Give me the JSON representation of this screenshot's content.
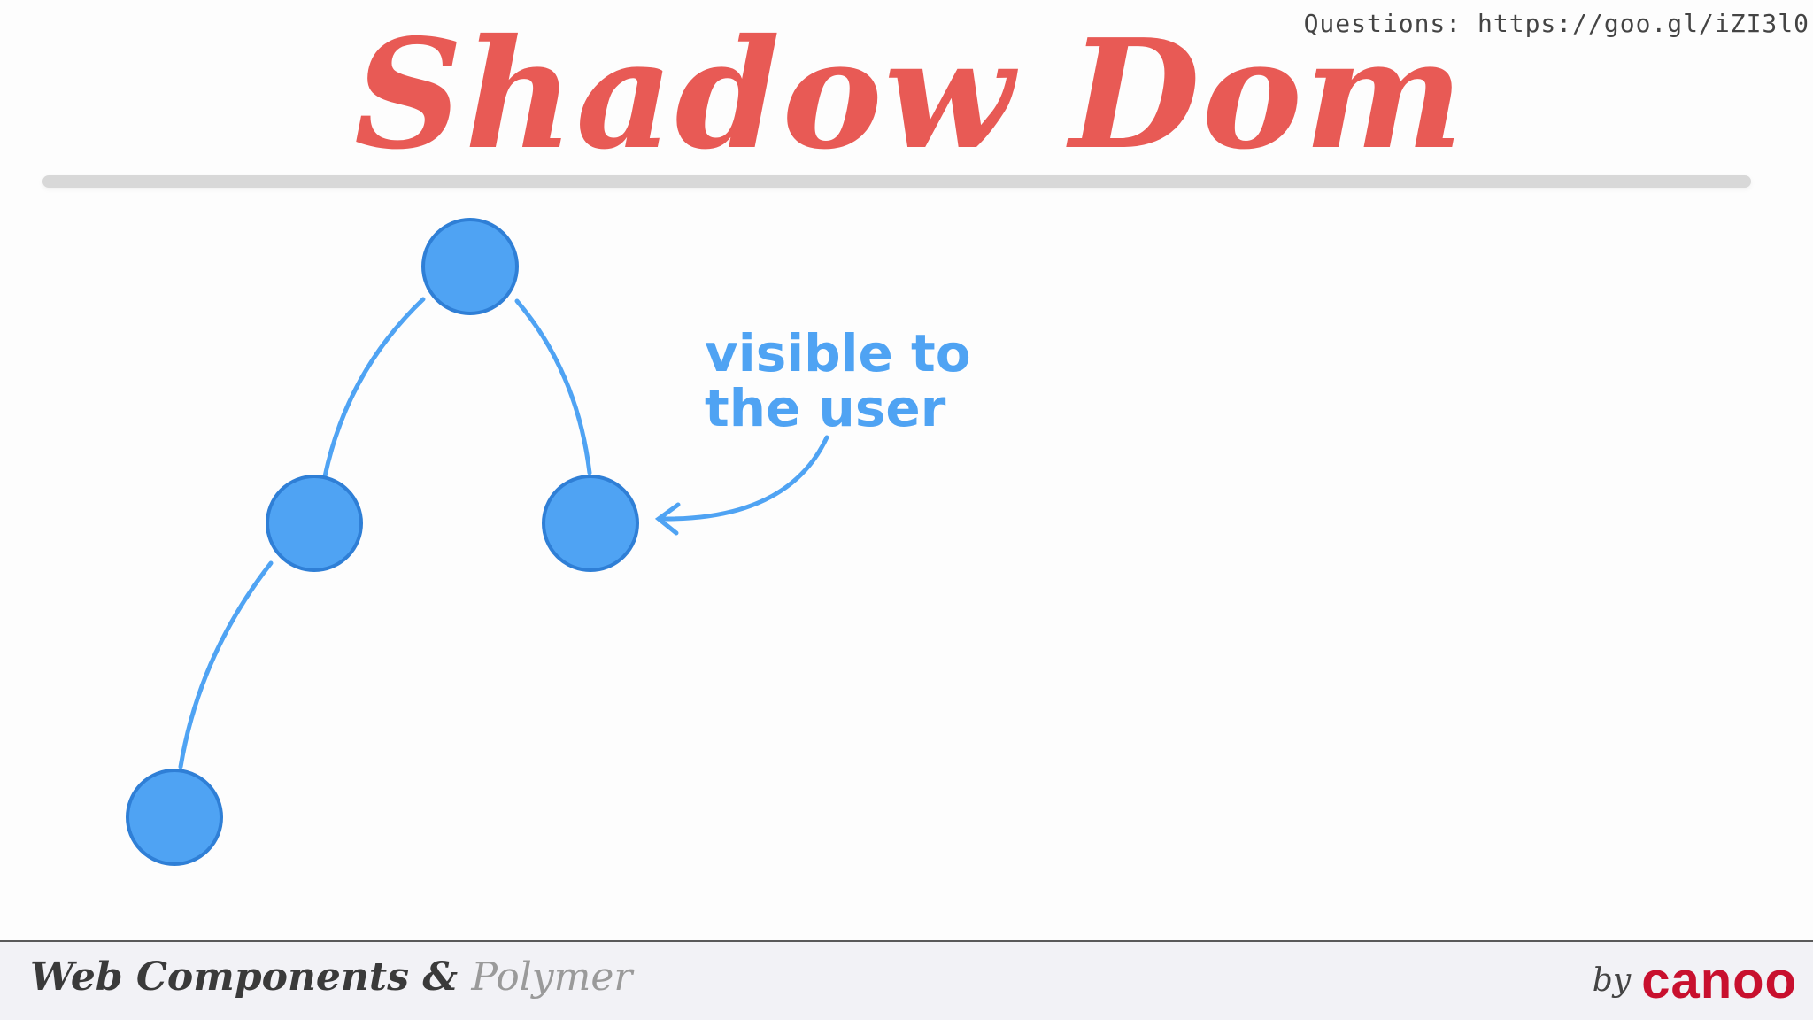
{
  "header": {
    "questions": "Questions: https://goo.gl/iZI3l0",
    "title": "Shadow Dom"
  },
  "annotation": {
    "line1": "visible to",
    "line2": "the user"
  },
  "footer": {
    "course_part1": "Web Components & ",
    "course_part2": "Polymer",
    "by": "by",
    "brand": "canoo"
  },
  "colors": {
    "title": "#e85a55",
    "node": "#4fa3f3",
    "node_stroke": "#2f7fd6",
    "brand": "#c8102e"
  }
}
